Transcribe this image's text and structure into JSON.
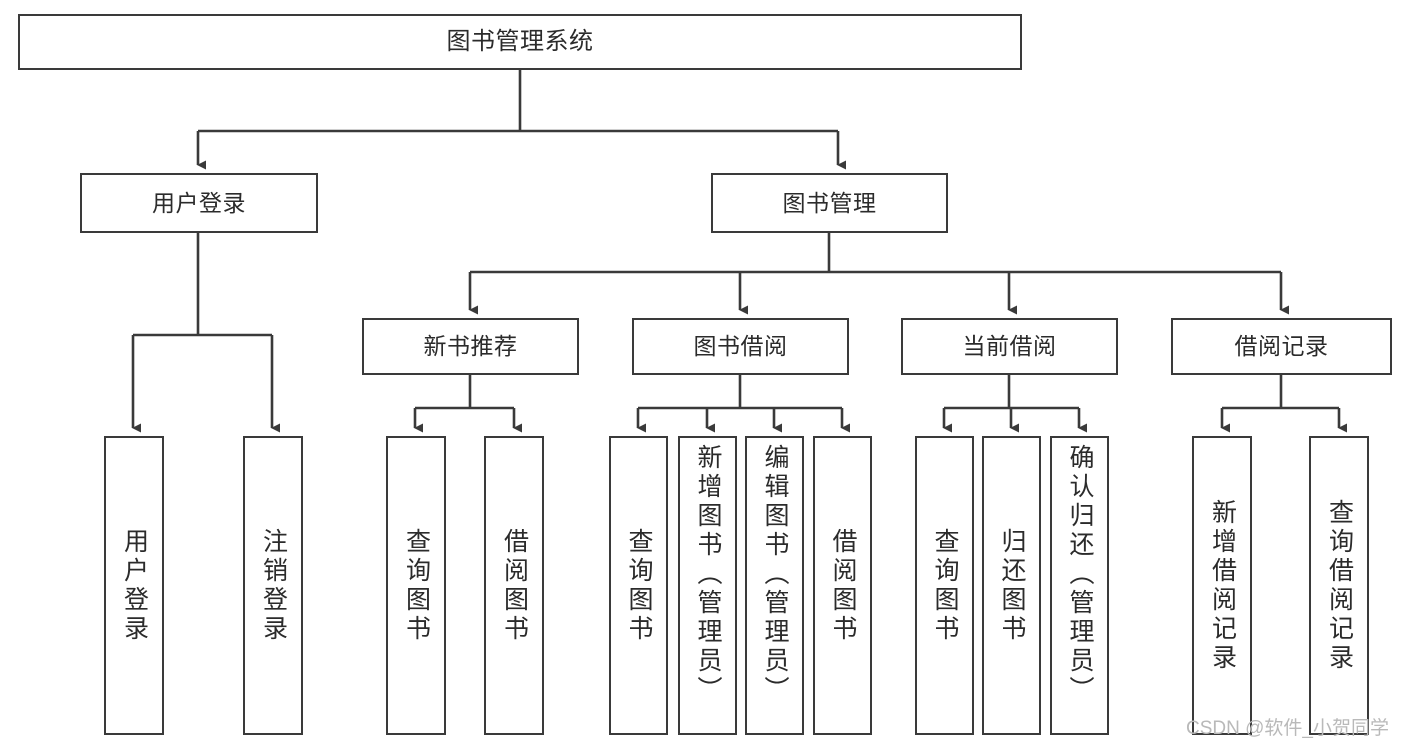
{
  "diagram": {
    "type": "tree-hierarchy-functional-decomposition",
    "title": "图书管理系统",
    "root": {
      "id": "root",
      "label": "图书管理系统"
    },
    "level1": [
      {
        "id": "user-login",
        "label": "用户登录"
      },
      {
        "id": "book-management",
        "label": "图书管理"
      }
    ],
    "level2": [
      {
        "id": "new-book-recommend",
        "label": "新书推荐",
        "parent": "book-management"
      },
      {
        "id": "book-borrow",
        "label": "图书借阅",
        "parent": "book-management"
      },
      {
        "id": "current-borrow",
        "label": "当前借阅",
        "parent": "book-management"
      },
      {
        "id": "borrow-record",
        "label": "借阅记录",
        "parent": "book-management"
      }
    ],
    "leaves": {
      "user_login": [
        {
          "id": "leaf-user-login",
          "label": "用户登录"
        },
        {
          "id": "leaf-logout-login",
          "label": "注销登录"
        }
      ],
      "new_book_recommend": [
        {
          "id": "leaf-query-book-1",
          "label": "查询图书"
        },
        {
          "id": "leaf-borrow-book-1",
          "label": "借阅图书"
        }
      ],
      "book_borrow": [
        {
          "id": "leaf-query-book-2",
          "label": "查询图书"
        },
        {
          "id": "leaf-add-book",
          "label": "新增图书（管理员）"
        },
        {
          "id": "leaf-edit-book",
          "label": "编辑图书（管理员）"
        },
        {
          "id": "leaf-borrow-book-2",
          "label": "借阅图书"
        }
      ],
      "current_borrow": [
        {
          "id": "leaf-query-book-3",
          "label": "查询图书"
        },
        {
          "id": "leaf-return-book",
          "label": "归还图书"
        },
        {
          "id": "leaf-confirm-return",
          "label": "确认归还（管理员）"
        }
      ],
      "borrow_record": [
        {
          "id": "leaf-add-borrow-record",
          "label": "新增借阅记录"
        },
        {
          "id": "leaf-query-borrow-record",
          "label": "查询借阅记录"
        }
      ]
    },
    "colors": {
      "stroke": "#3a3a3a",
      "fill": "#ffffff",
      "text": "#2b2b2b",
      "watermark": "#b9b9b9"
    }
  },
  "watermark": {
    "text": "CSDN @软件_小贺同学"
  }
}
